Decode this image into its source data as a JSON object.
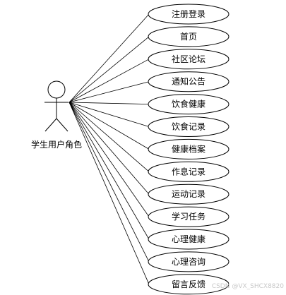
{
  "actor": {
    "label": "学生用户角色"
  },
  "use_cases": [
    {
      "label": "注册登录"
    },
    {
      "label": "首页"
    },
    {
      "label": "社区论坛"
    },
    {
      "label": "通知公告"
    },
    {
      "label": "饮食健康"
    },
    {
      "label": "饮食记录"
    },
    {
      "label": "健康档案"
    },
    {
      "label": "作息记录"
    },
    {
      "label": "运动记录"
    },
    {
      "label": "学习任务"
    },
    {
      "label": "心理健康"
    },
    {
      "label": "心理咨询"
    },
    {
      "label": "留言反馈"
    }
  ],
  "watermark": "CSDN @VX_SHCX8820"
}
